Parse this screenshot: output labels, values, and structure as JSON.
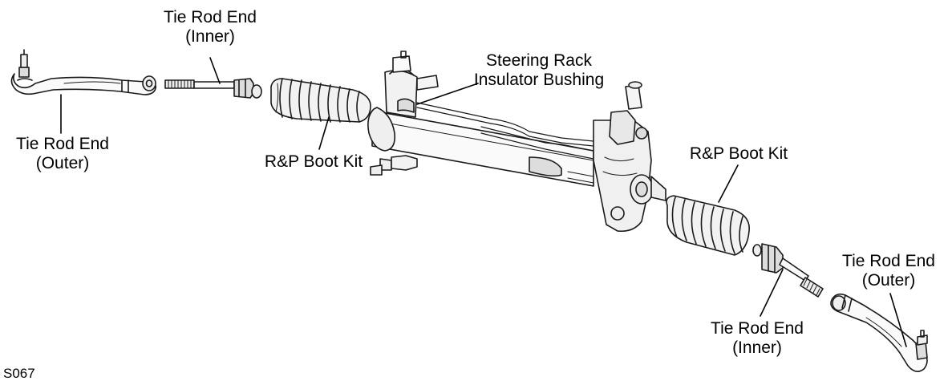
{
  "diagram": {
    "labels": {
      "tie_rod_inner_left": [
        "Tie Rod End",
        "(Inner)"
      ],
      "tie_rod_outer_left": [
        "Tie Rod End",
        "(Outer)"
      ],
      "rp_boot_left": "R&P Boot Kit",
      "insulator_bushing": [
        "Steering Rack",
        "Insulator Bushing"
      ],
      "rp_boot_right": "R&P Boot Kit",
      "tie_rod_outer_right": [
        "Tie Rod End",
        "(Outer)"
      ],
      "tie_rod_inner_right": [
        "Tie Rod End",
        "(Inner)"
      ]
    },
    "figure_code": "S067"
  }
}
